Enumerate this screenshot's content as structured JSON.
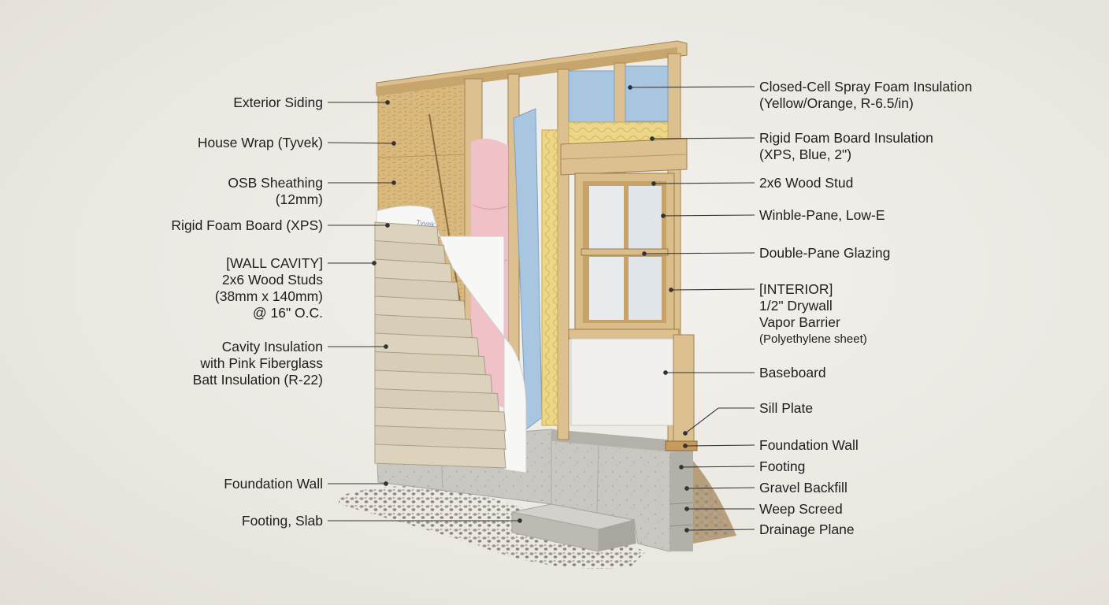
{
  "labels_left": [
    {
      "id": "exterior-siding",
      "lines": [
        "Exterior Siding"
      ]
    },
    {
      "id": "house-wrap",
      "lines": [
        "House Wrap (Tyvek)"
      ]
    },
    {
      "id": "osb-sheathing",
      "lines": [
        "OSB Sheathing",
        "(12mm)"
      ]
    },
    {
      "id": "rigid-foam-xps",
      "lines": [
        "Rigid Foam Board (XPS)"
      ]
    },
    {
      "id": "wall-cavity",
      "lines": [
        "[WALL CAVITY]",
        "2x6 Wood Studs",
        "(38mm x 140mm)",
        "@ 16\" O.C."
      ]
    },
    {
      "id": "cavity-insulation",
      "lines": [
        "Cavity Insulation",
        "with Pink Fiberglass",
        "Batt Insulation (R-22)"
      ]
    },
    {
      "id": "foundation-wall-left",
      "lines": [
        "Foundation Wall"
      ]
    },
    {
      "id": "footing-slab",
      "lines": [
        "Footing, Slab"
      ]
    }
  ],
  "labels_right": [
    {
      "id": "closed-cell-spray-foam",
      "lines": [
        "Closed-Cell Spray Foam Insulation",
        "(Yellow/Orange, R-6.5/in)"
      ]
    },
    {
      "id": "rigid-foam-board-insulation",
      "lines": [
        "Rigid Foam Board Insulation",
        "(XPS, Blue, 2\")"
      ]
    },
    {
      "id": "wood-stud-2x6",
      "lines": [
        "2x6 Wood Stud"
      ]
    },
    {
      "id": "winble-pane",
      "lines": [
        "Winble-Pane, Low-E"
      ]
    },
    {
      "id": "double-pane-glazing",
      "lines": [
        "Double-Pane Glazing"
      ]
    },
    {
      "id": "interior",
      "lines": [
        "[INTERIOR]",
        "1/2\" Drywall",
        "Vapor Barrier",
        "(Polyethylene sheet)"
      ]
    },
    {
      "id": "baseboard",
      "lines": [
        "Baseboard"
      ]
    },
    {
      "id": "sill-plate",
      "lines": [
        "Sill Plate"
      ]
    },
    {
      "id": "foundation-wall-right",
      "lines": [
        "Foundation Wall"
      ]
    },
    {
      "id": "footing",
      "lines": [
        "Footing"
      ]
    },
    {
      "id": "gravel-backfill",
      "lines": [
        "Gravel Backfill"
      ]
    },
    {
      "id": "weep-screed",
      "lines": [
        "Weep Screed"
      ]
    },
    {
      "id": "drainage-plane",
      "lines": [
        "Drainage Plane"
      ]
    }
  ],
  "wrap_brand_text": "Tyvek",
  "colors": {
    "osb": "#d9b97e",
    "wood": "#dcc08f",
    "pink_batt": "#f0c2c8",
    "blue_foam": "#a9c6e0",
    "yellow_foam": "#ecd68a",
    "siding": "#ddd3bd",
    "concrete": "#c9c7c2",
    "drywall": "#f2f0ec",
    "wrap": "#f7f7f5",
    "leader": "#333333"
  }
}
